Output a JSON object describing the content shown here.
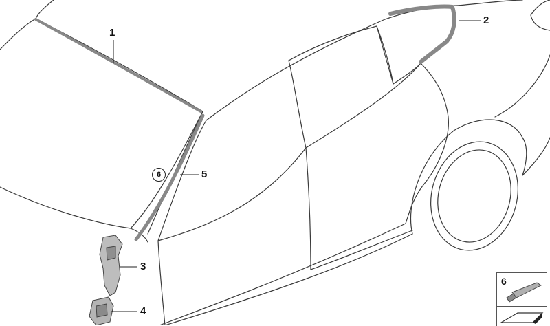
{
  "diagram": {
    "callouts": {
      "c1": "1",
      "c2": "2",
      "c3": "3",
      "c4": "4",
      "c5": "5",
      "c6_circled": "6"
    },
    "inset": {
      "label": "6"
    }
  },
  "colors": {
    "outline": "#3a3a3a",
    "trim": "#888888",
    "leader": "#222222"
  }
}
